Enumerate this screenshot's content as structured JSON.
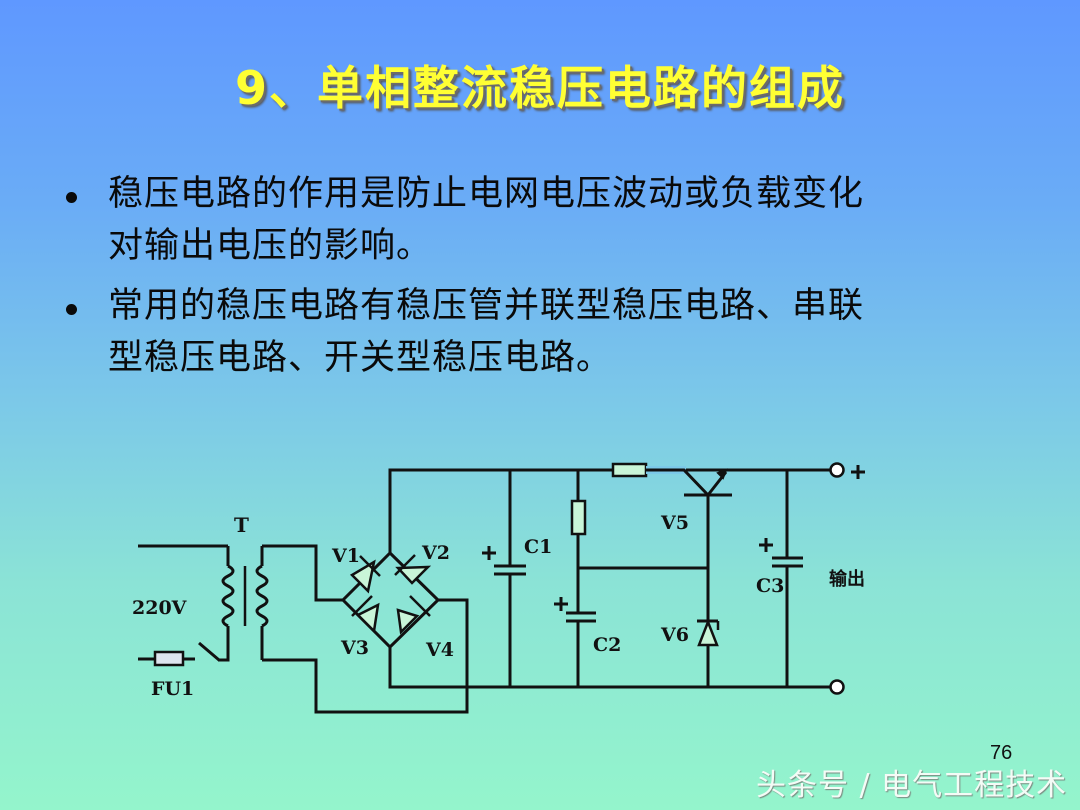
{
  "slide": {
    "title": "9、单相整流稳压电路的组成",
    "bullets": [
      {
        "line1": "稳压电路的作用是防止电网电压波动或负载变化",
        "line2": "对输出电压的影响。"
      },
      {
        "line1": "常用的稳压电路有稳压管并联型稳压电路、串联",
        "line2": "型稳压电路、开关型稳压电路。"
      }
    ],
    "page_number": "76",
    "watermark": "头条号 / 电气工程技术"
  },
  "circuit": {
    "labels": {
      "transformer": "T",
      "input_voltage": "220V",
      "fuse": "FU1",
      "diode1": "V1",
      "diode2": "V2",
      "diode3": "V3",
      "diode4": "V4",
      "cap1": "C1",
      "cap2": "C2",
      "cap3": "C3",
      "transistor": "V5",
      "zener": "V6",
      "output": "输出",
      "plus": "+"
    }
  },
  "colors": {
    "title": "#ffff33",
    "text": "#0a0a0a",
    "wire": "#111111",
    "component_fill": "#c9f5d8",
    "fuse_fill": "#dde4ee"
  }
}
